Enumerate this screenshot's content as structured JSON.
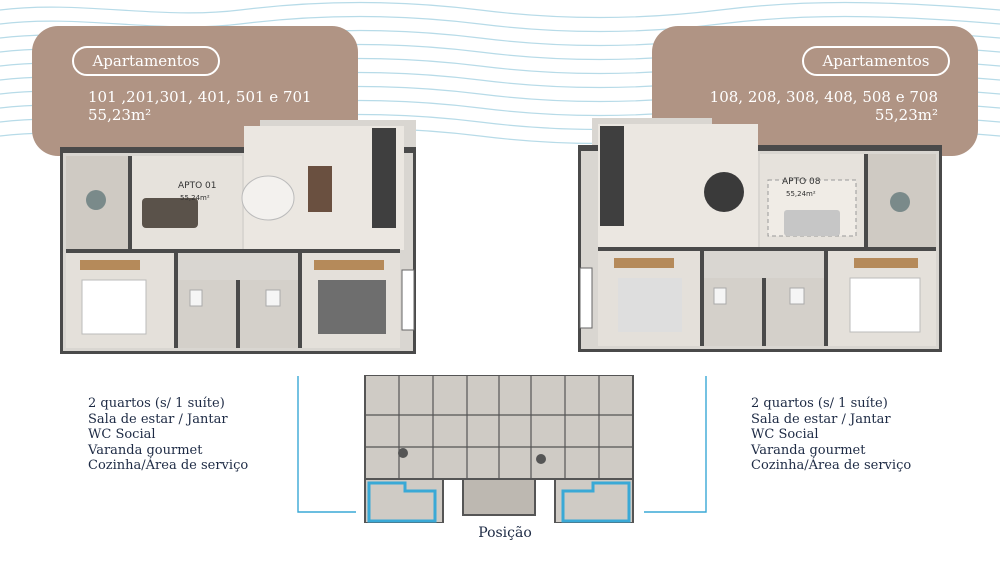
{
  "left_card": {
    "badge": "Apartamentos",
    "units": "101 ,201,301, 401, 501 e 701",
    "area": "55,23m²"
  },
  "right_card": {
    "badge": "Apartamentos",
    "units": "108, 208, 308, 408, 508 e 708",
    "area": "55,23m²"
  },
  "left_plan": {
    "label": "APTO 01",
    "area": "55,24m²"
  },
  "right_plan": {
    "label": "APTO 08",
    "area": "55,24m²"
  },
  "left_features": [
    "2 quartos (s/ 1 suíte)",
    "Sala de estar / Jantar",
    "WC Social",
    "Varanda gourmet",
    "Cozinha/Área de serviço"
  ],
  "right_features": [
    "2 quartos (s/ 1 suíte)",
    "Sala de estar / Jantar",
    "WC Social",
    "Varanda gourmet",
    "Cozinha/Área de serviço"
  ],
  "position_label": "Posição",
  "colors": {
    "card": "#b09484",
    "text_dark": "#1d2a44",
    "accent_line": "#3aa9d6",
    "wave": "#a9d3e3"
  }
}
